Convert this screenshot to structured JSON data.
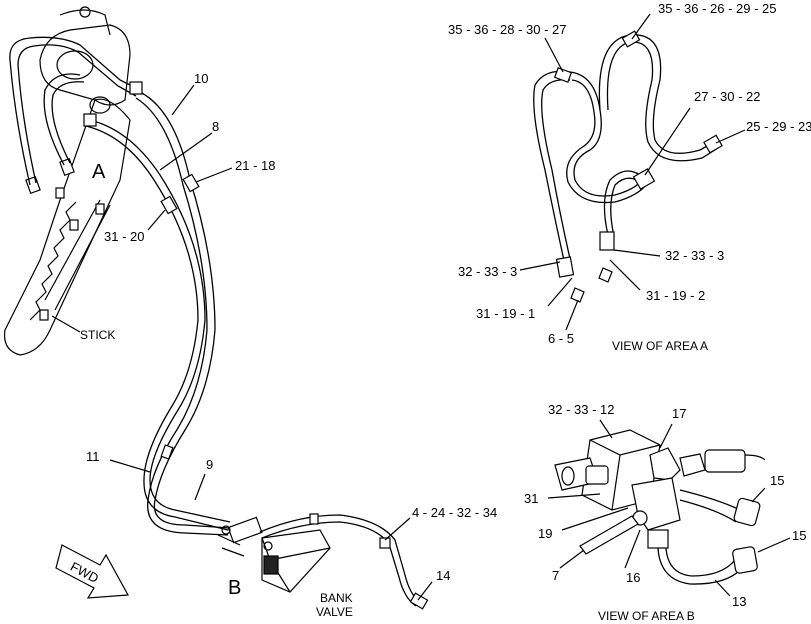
{
  "callouts": {
    "c10": "10",
    "c8": "8",
    "c21_18": "21 - 18",
    "c31_20": "31 - 20",
    "cA": "A",
    "stick": "STICK",
    "c11": "11",
    "c9": "9",
    "cB": "B",
    "bank_valve_1": "BANK",
    "bank_valve_2": "VALVE",
    "c4_24_32_34": "4 - 24 - 32 - 34",
    "c14": "14",
    "fwd": "FWD"
  },
  "area_a": {
    "c35_36_28_30_27": "35 - 36 - 28 - 30 - 27",
    "c35_36_26_29_25": "35 - 36 - 26 - 29 - 25",
    "c27_30_22": "27 - 30 - 22",
    "c25_29_23": "25 - 29 - 23",
    "c32_33_3_left": "32 - 33 - 3",
    "c32_33_3_right": "32 - 33 - 3",
    "c31_19_1": "31 - 19 - 1",
    "c31_19_2": "31 - 19 - 2",
    "c6_5": "6 - 5",
    "caption": "VIEW OF AREA  A"
  },
  "area_b": {
    "c32_33_12": "32 - 33 - 12",
    "c17": "17",
    "c15_top": "15",
    "c15_bottom": "15",
    "c31": "31",
    "c19": "19",
    "c7": "7",
    "c16": "16",
    "c13": "13",
    "caption": "VIEW OF AREA  B"
  }
}
